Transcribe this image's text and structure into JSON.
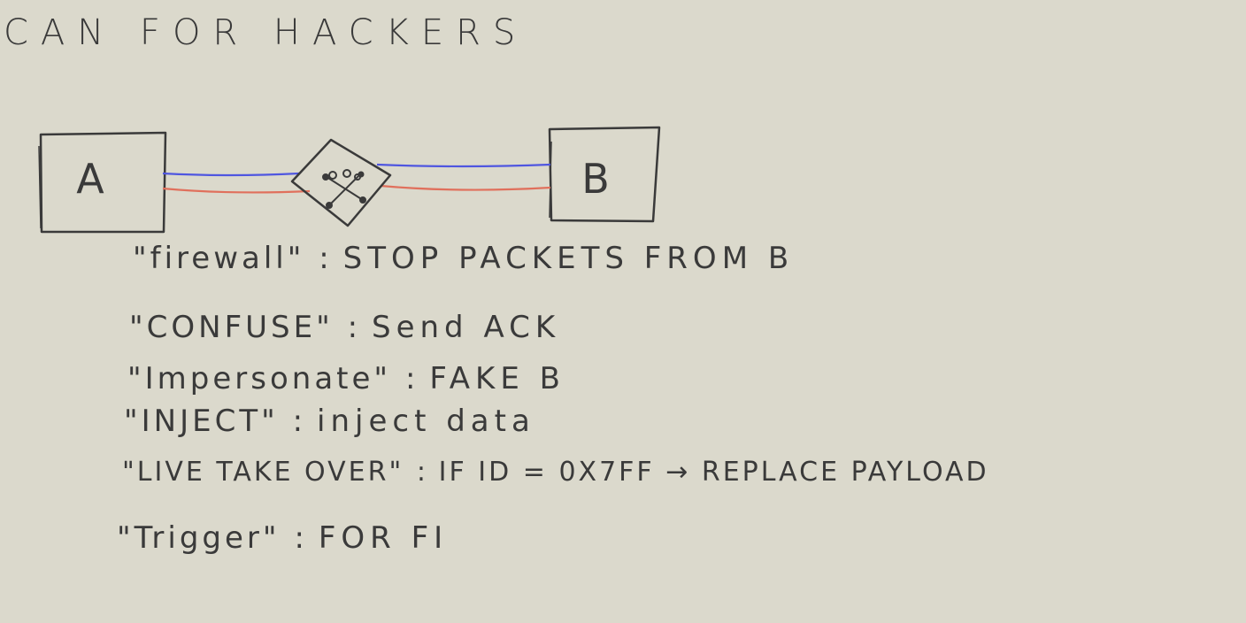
{
  "title": "CAN FOR HACKERS",
  "nodes": [
    {
      "label": "A"
    },
    {
      "label": "B"
    }
  ],
  "attacker_icon": "bug-icon",
  "colors": {
    "background": "#dbd9cc",
    "ink": "#3a3a3a",
    "wire_blue": "#4f56e0",
    "wire_red": "#e0705c"
  },
  "notes": [
    {
      "key": "\"firewall\"",
      "value": "STOP PACKETS FROM B"
    },
    {
      "key": "\"CONFUSE\"",
      "value": "Send ACK"
    },
    {
      "key": "\"Impersonate\"",
      "value": "FAKE B"
    },
    {
      "key": "\"INJECT\"",
      "value": "inject data"
    },
    {
      "key": "\"LIVE TAKE OVER\"",
      "value": "IF ID = 0X7FF → REPLACE PAYLOAD"
    },
    {
      "key": "\"Trigger\"",
      "value": "FOR FI"
    }
  ]
}
